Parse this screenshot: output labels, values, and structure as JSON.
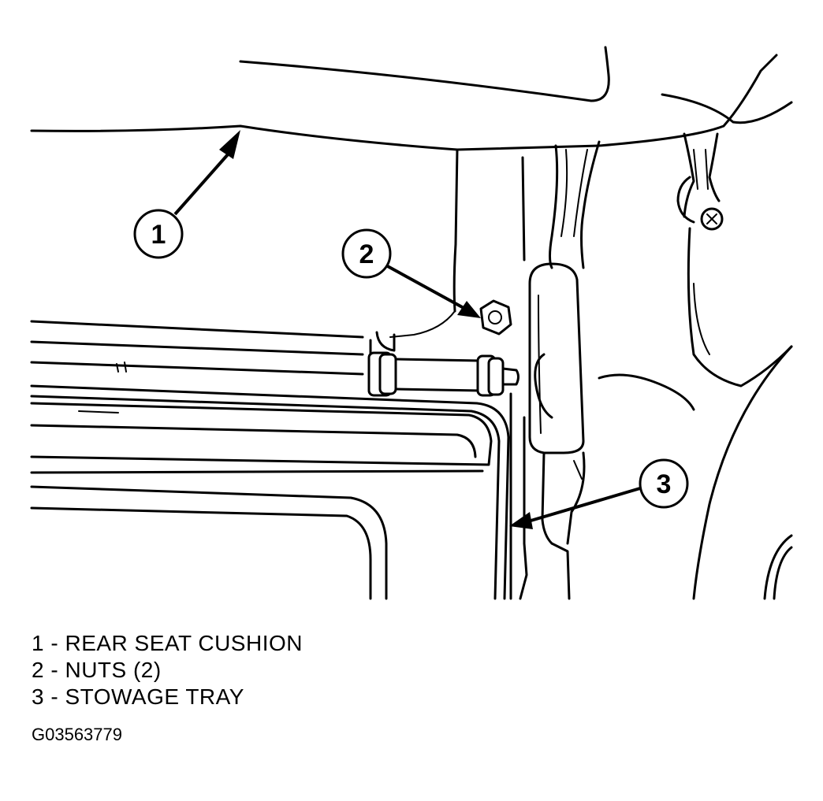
{
  "callouts": [
    {
      "number": "1"
    },
    {
      "number": "2"
    },
    {
      "number": "3"
    }
  ],
  "legend": [
    {
      "number": "1",
      "label": "REAR SEAT CUSHION"
    },
    {
      "number": "2",
      "label": "NUTS (2)"
    },
    {
      "number": "3",
      "label": "STOWAGE TRAY"
    }
  ],
  "figure_id": "G03563779"
}
